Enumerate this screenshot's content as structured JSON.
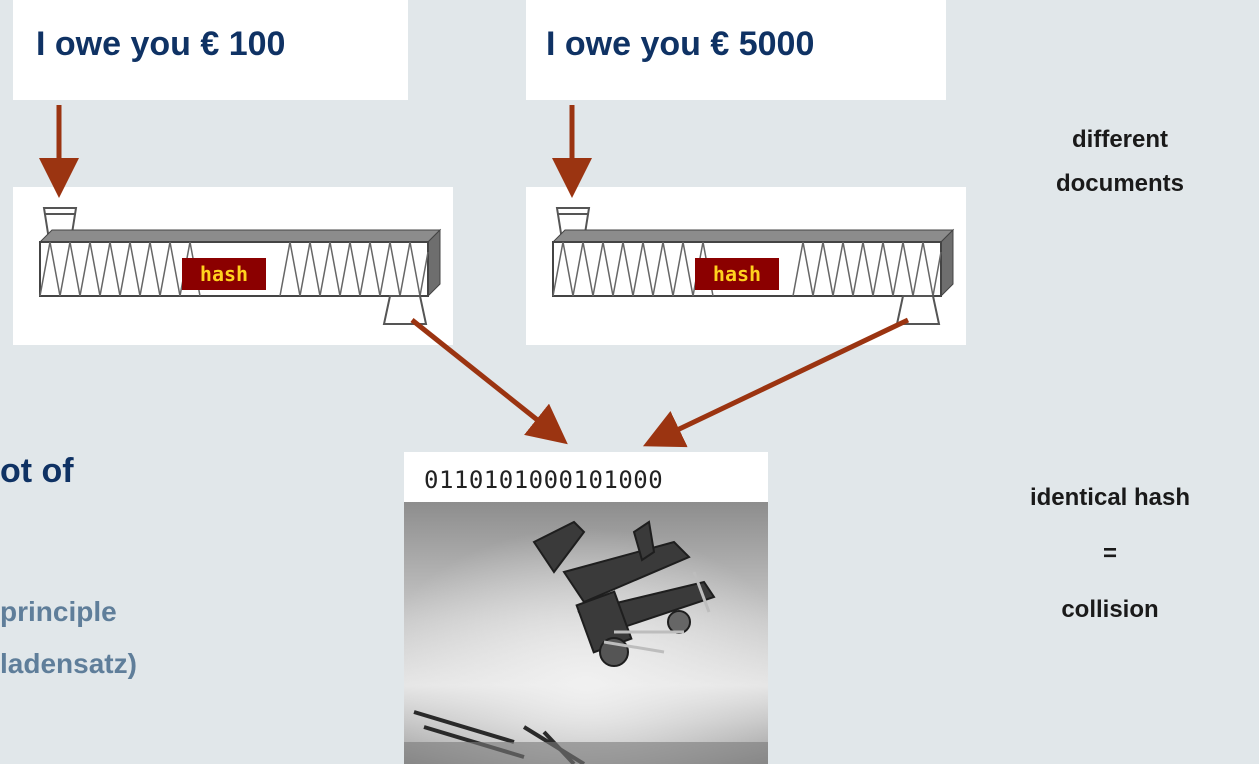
{
  "documents": [
    {
      "label": "I owe you € 100"
    },
    {
      "label": "I owe you € 5000"
    }
  ],
  "machine": {
    "label": "hash"
  },
  "labels": {
    "different": [
      "different",
      "documents"
    ],
    "collision": [
      "identical hash",
      "=",
      "collision"
    ]
  },
  "background_text": {
    "line1": "ot of",
    "line2": "principle",
    "line3": "ladensatz)"
  },
  "result": {
    "bits": "0110101000101000"
  },
  "colors": {
    "background": "#e1e7ea",
    "arrow": "#9b3411",
    "title_text": "#0f3264",
    "hash_label_bg": "#8b0000",
    "hash_label_text": "#ffd21e",
    "faded_text": "#5f7e9a"
  }
}
